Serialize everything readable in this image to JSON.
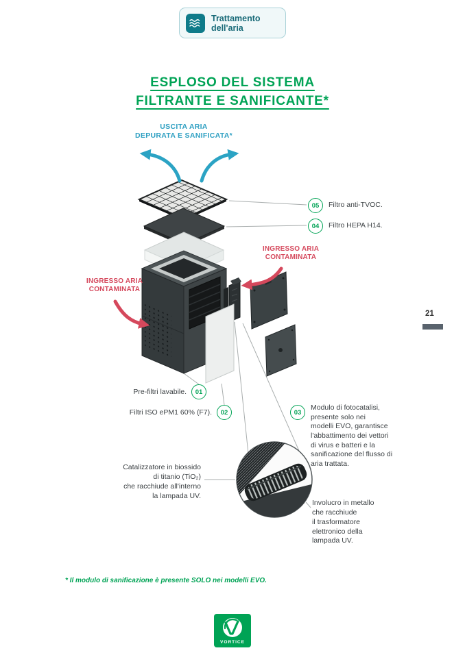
{
  "header": {
    "badge_label": "Trattamento dell'aria",
    "badge_icon": "waves-icon"
  },
  "title": {
    "line1": "ESPLOSO DEL SISTEMA",
    "line2": "FILTRANTE E SANIFICANTE*"
  },
  "diagram": {
    "air_outlet_label": "USCITA ARIA\nDEPURATA E SANIFICATA*",
    "air_inlet_left_label": "INGRESSO ARIA\nCONTAMINATA",
    "air_inlet_right_label": "INGRESSO ARIA\nCONTAMINATA",
    "callouts": [
      {
        "number": "05",
        "label": "Filtro anti-TVOC."
      },
      {
        "number": "04",
        "label": "Filtro HEPA H14."
      },
      {
        "number": "01",
        "label": "Pre-filtri lavabile."
      },
      {
        "number": "02",
        "label": "Filtri ISO ePM1 60% (F7)."
      },
      {
        "number": "03",
        "label": "Modulo di fotocatalisi,\npresente solo nei\nmodelli EVO, garantisce\nl'abbattimento dei vettori\ndi virus e batteri e la\nsanificazione del flusso di\naria trattata."
      }
    ],
    "catalyst_note": "Catalizzatore in biossido\ndi titanio (TiO₂)\nche racchiude all'interno\nla lampada UV.",
    "casing_note": "Involucro in metallo\nche racchiude\nil trasformatore\nelettronico della\nlampada UV."
  },
  "footnote": "* Il modulo di sanificazione è presente SOLO nei modelli EVO.",
  "page_number": "21",
  "logo": {
    "brand": "VORTICE",
    "icon": "fan-icon"
  },
  "colors": {
    "brand_green": "#00a355",
    "badge_teal": "#0f7b8a",
    "arrow_teal": "#2ba3c4",
    "alert_red": "#d5485c"
  }
}
